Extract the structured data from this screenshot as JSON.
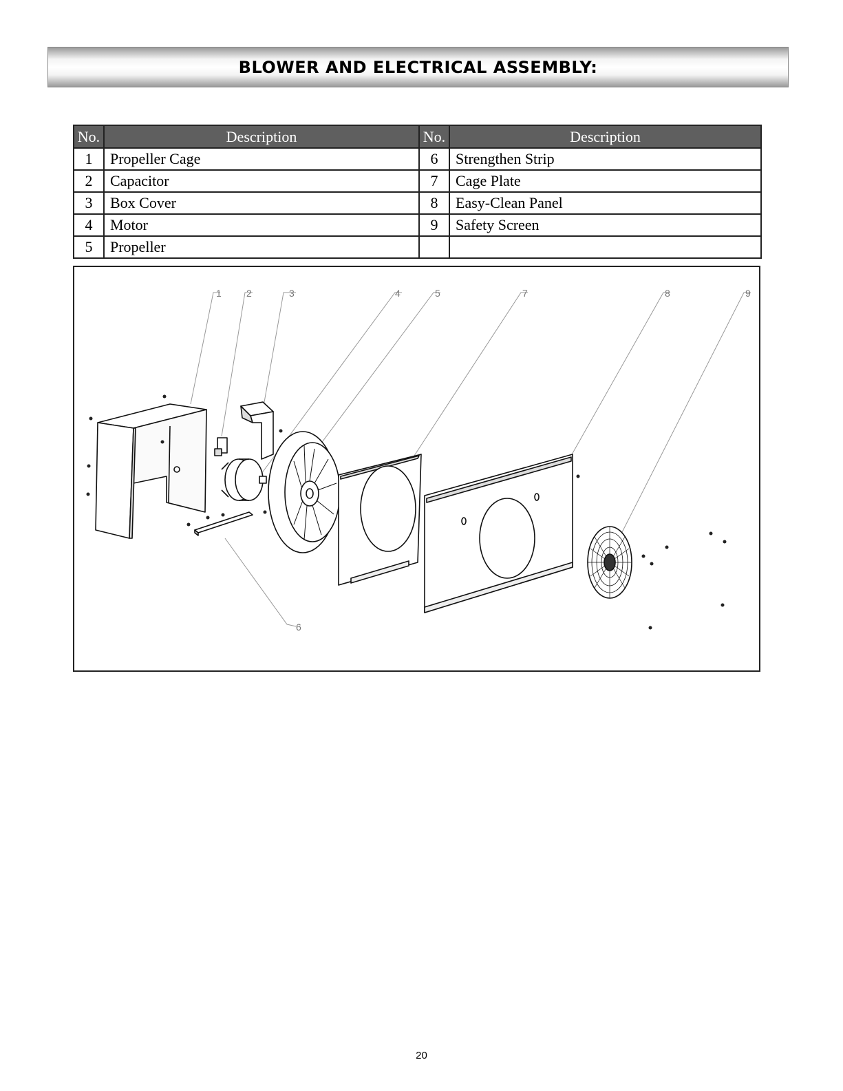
{
  "title": "BLOWER AND ELECTRICAL ASSEMBLY:",
  "table": {
    "headers": {
      "no": "No.",
      "description": "Description"
    },
    "rows": [
      {
        "left_no": "1",
        "left_desc": "Propeller Cage",
        "right_no": "6",
        "right_desc": "Strengthen Strip"
      },
      {
        "left_no": "2",
        "left_desc": "Capacitor",
        "right_no": "7",
        "right_desc": "Cage Plate"
      },
      {
        "left_no": "3",
        "left_desc": "Box Cover",
        "right_no": "8",
        "right_desc": "Easy-Clean Panel"
      },
      {
        "left_no": "4",
        "left_desc": "Motor",
        "right_no": "9",
        "right_desc": "Safety Screen"
      },
      {
        "left_no": "5",
        "left_desc": "Propeller",
        "right_no": "",
        "right_desc": ""
      }
    ]
  },
  "diagram": {
    "callouts": [
      "1",
      "2",
      "3",
      "4",
      "5",
      "7",
      "8",
      "9",
      "6"
    ]
  },
  "page_number": "20"
}
